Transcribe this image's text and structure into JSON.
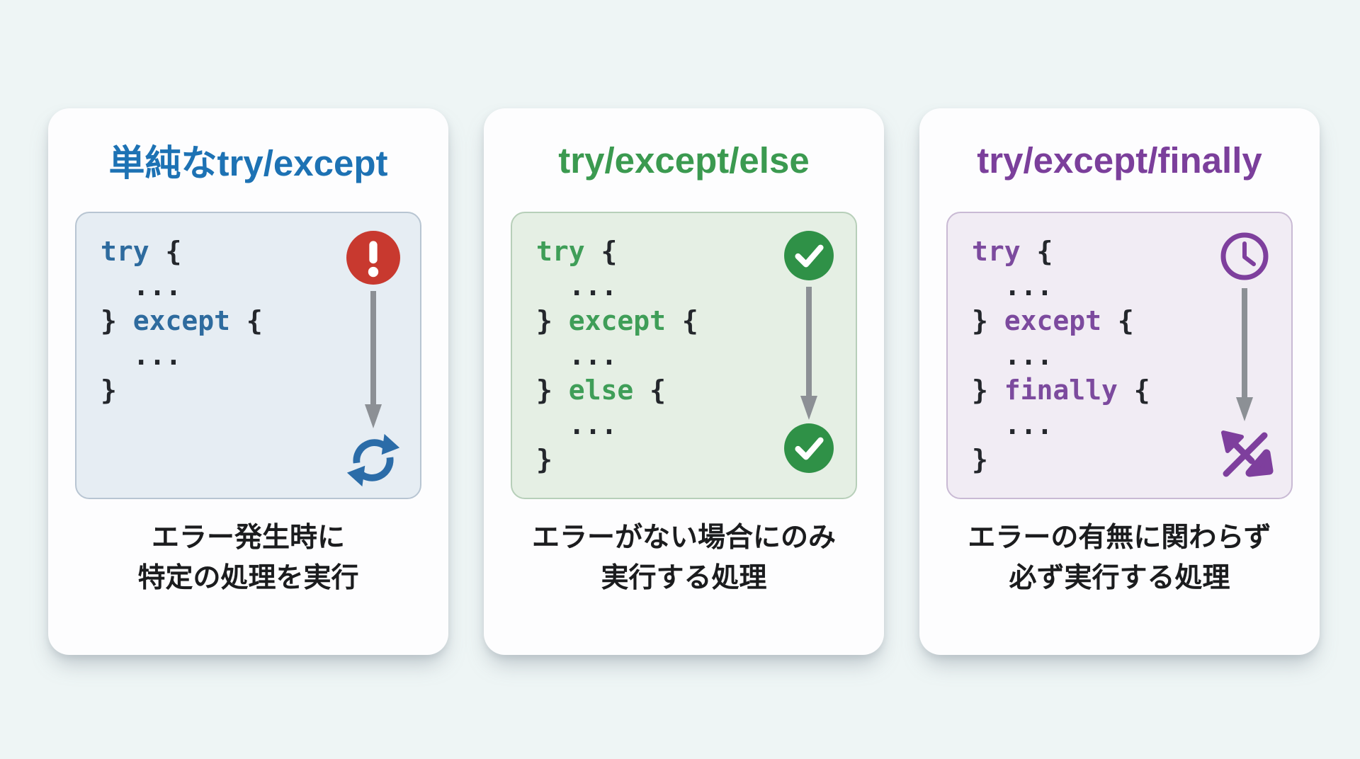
{
  "page": {
    "background": "#eef5f5"
  },
  "cards": [
    {
      "title": "単純なtry/except",
      "accent_color": "#1d72b4",
      "keyword_color": "#2e6b9e",
      "panel_bg": "#e6edf3",
      "panel_border": "#b8c5d2",
      "arrow_color": "#8c9095",
      "top_icon": "error-icon",
      "top_icon_color": "#c8392f",
      "bottom_icon": "retry-icon",
      "bottom_icon_color": "#2b6ca8",
      "code_lines": [
        [
          {
            "t": "try ",
            "k": true
          },
          {
            "t": "{",
            "k": false
          }
        ],
        [
          {
            "t": "  ...",
            "k": false
          }
        ],
        [
          {
            "t": "} ",
            "k": false
          },
          {
            "t": "except ",
            "k": true
          },
          {
            "t": "{",
            "k": false
          }
        ],
        [
          {
            "t": "  ...",
            "k": false
          }
        ],
        [
          {
            "t": "}",
            "k": false
          }
        ]
      ],
      "caption": [
        "エラー発生時に",
        "特定の処理を実行"
      ]
    },
    {
      "title": "try/except/else",
      "accent_color": "#3b9a50",
      "keyword_color": "#3f9e58",
      "panel_bg": "#e5efe4",
      "panel_border": "#b7cfb9",
      "arrow_color": "#8c9095",
      "top_icon": "success-icon",
      "top_icon_color": "#2f9147",
      "bottom_icon": "success-icon",
      "bottom_icon_color": "#2f9147",
      "code_lines": [
        [
          {
            "t": "try ",
            "k": true
          },
          {
            "t": "{",
            "k": false
          }
        ],
        [
          {
            "t": "  ...",
            "k": false
          }
        ],
        [
          {
            "t": "} ",
            "k": false
          },
          {
            "t": "except ",
            "k": true
          },
          {
            "t": "{",
            "k": false
          }
        ],
        [
          {
            "t": "  ...",
            "k": false
          }
        ],
        [
          {
            "t": "} ",
            "k": false
          },
          {
            "t": "else ",
            "k": true
          },
          {
            "t": "{",
            "k": false
          }
        ],
        [
          {
            "t": "  ...",
            "k": false
          }
        ],
        [
          {
            "t": "}",
            "k": false
          }
        ]
      ],
      "caption": [
        "エラーがない場合にのみ",
        "実行する処理"
      ]
    },
    {
      "title": "try/except/finally",
      "accent_color": "#7b3f9b",
      "keyword_color": "#7c4a9e",
      "panel_bg": "#f1ecf4",
      "panel_border": "#c9bad4",
      "arrow_color": "#8c9095",
      "top_icon": "clock-icon",
      "top_icon_color": "#7e3f9d",
      "bottom_icon": "always-run-icon",
      "bottom_icon_color": "#7e3f9d",
      "code_lines": [
        [
          {
            "t": "try ",
            "k": true
          },
          {
            "t": "{",
            "k": false
          }
        ],
        [
          {
            "t": "  ...",
            "k": false
          }
        ],
        [
          {
            "t": "} ",
            "k": false
          },
          {
            "t": "except ",
            "k": true
          },
          {
            "t": "{",
            "k": false
          }
        ],
        [
          {
            "t": "  ...",
            "k": false
          }
        ],
        [
          {
            "t": "} ",
            "k": false
          },
          {
            "t": "finally ",
            "k": true
          },
          {
            "t": "{",
            "k": false
          }
        ],
        [
          {
            "t": "  ...",
            "k": false
          }
        ],
        [
          {
            "t": "}",
            "k": false
          }
        ]
      ],
      "caption": [
        "エラーの有無に関わらず",
        "必ず実行する処理"
      ]
    }
  ]
}
